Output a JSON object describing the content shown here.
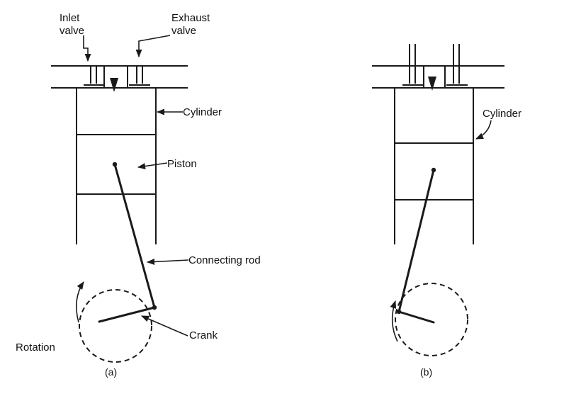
{
  "figure_a": {
    "caption": "(a)",
    "labels": {
      "inlet_line1": "Inlet",
      "inlet_line2": "valve",
      "exhaust_line1": "Exhaust",
      "exhaust_line2": "valve",
      "cylinder": "Cylinder",
      "piston": "Piston",
      "connecting_rod": "Connecting rod",
      "crank": "Crank",
      "rotation": "Rotation"
    }
  },
  "figure_b": {
    "caption": "(b)",
    "labels": {
      "cylinder": "Cylinder"
    }
  }
}
